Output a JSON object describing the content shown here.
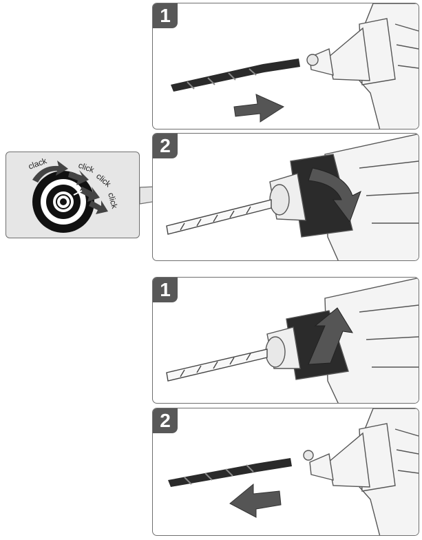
{
  "panels": [
    {
      "step": "1"
    },
    {
      "step": "2"
    },
    {
      "step": "1"
    },
    {
      "step": "2"
    }
  ],
  "callout": {
    "sounds": [
      "clack",
      "click",
      "click",
      "click"
    ]
  }
}
